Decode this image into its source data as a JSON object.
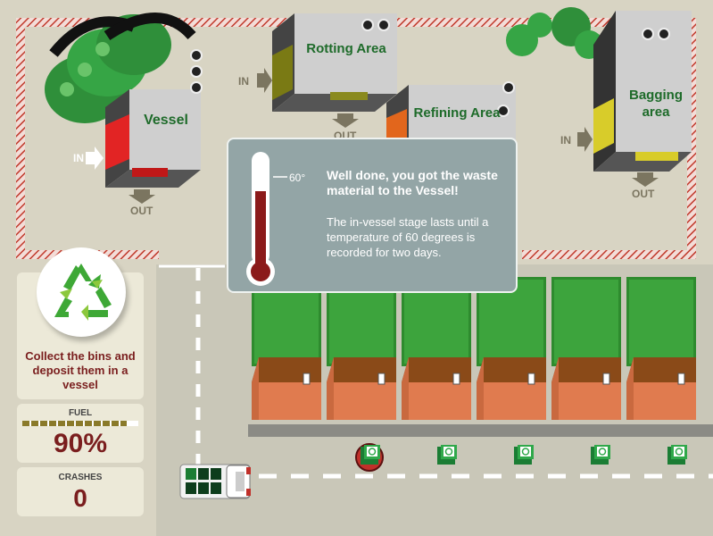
{
  "buildings": {
    "vessel": {
      "label": "Vessel",
      "in": "IN",
      "out": "OUT"
    },
    "rotting": {
      "label": "Rotting Area",
      "in": "IN",
      "out": "OUT"
    },
    "refining": {
      "label": "Refining Area"
    },
    "bagging": {
      "label": "Bagging area",
      "in": "IN",
      "out": "OUT"
    }
  },
  "sidebar": {
    "instruction": "Collect the bins and deposit them in a vessel",
    "fuel_label": "FUEL",
    "fuel_value": "90%",
    "fuel_level": 0.9,
    "crashes_label": "CRASHES",
    "crashes_value": "0"
  },
  "dialog": {
    "thermometer_mark": "60°",
    "title": "Well done, you got the waste material to the Vessel!",
    "body": "The in-vessel stage lasts until a temperature of 60 degrees is recorded for two days."
  },
  "colors": {
    "accent_green": "#2e8b2e",
    "brand_maroon": "#7a1e1e",
    "dialog_bg": "#93a5a6",
    "fuel_bar": "#8a7a2a"
  },
  "bins_count": 5,
  "houses_count": 6
}
